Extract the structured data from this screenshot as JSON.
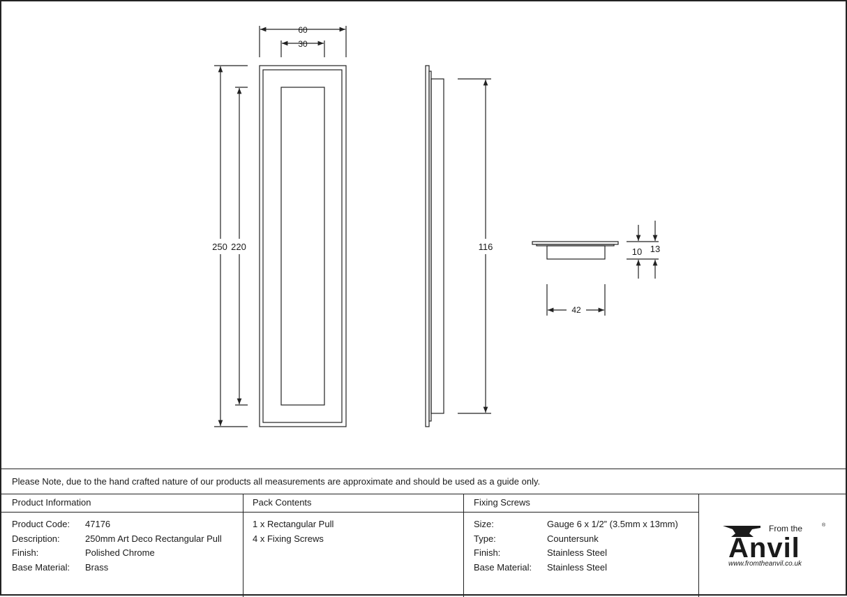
{
  "dimensions": {
    "front_width_outer": "60",
    "front_width_inner": "30",
    "front_height_outer": "250",
    "front_height_inner": "220",
    "side_depth": "116",
    "top_depth_10": "10",
    "top_depth_13": "13",
    "top_width": "42"
  },
  "note": "Please Note, due to the hand crafted nature of our products all measurements are approximate and should be used as a guide only.",
  "product_information": {
    "title": "Product Information",
    "rows": [
      {
        "label": "Product Code:",
        "value": "47176"
      },
      {
        "label": "Description:",
        "value": "250mm Art Deco Rectangular Pull"
      },
      {
        "label": "Finish:",
        "value": "Polished Chrome"
      },
      {
        "label": "Base Material:",
        "value": "Brass"
      }
    ]
  },
  "pack_contents": {
    "title": "Pack Contents",
    "items": [
      "1 x Rectangular Pull",
      "4 x Fixing Screws"
    ]
  },
  "fixing_screws": {
    "title": "Fixing Screws",
    "rows": [
      {
        "label": "Size:",
        "value": "Gauge 6 x 1/2” (3.5mm x 13mm)"
      },
      {
        "label": "Type:",
        "value": "Countersunk"
      },
      {
        "label": "Finish:",
        "value": "Stainless Steel"
      },
      {
        "label": "Base Material:",
        "value": "Stainless Steel"
      }
    ]
  },
  "logo": {
    "from_the": "From the",
    "brand": "Anvil",
    "url": "www.fromtheanvil.co.uk",
    "registered": "®"
  },
  "colors": {
    "line": "#222222",
    "logo": "#1a1a1a"
  }
}
